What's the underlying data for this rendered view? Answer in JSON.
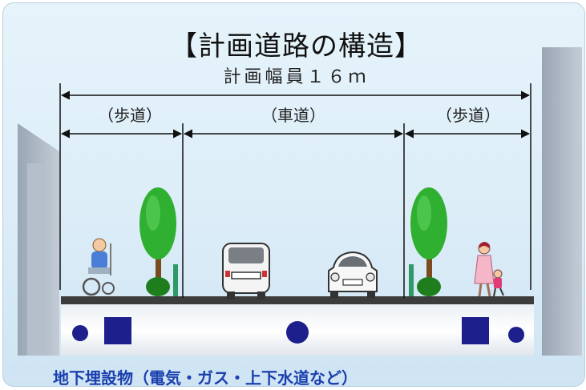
{
  "title": "【計画道路の構造】",
  "total_width_label": "計画幅員１６ｍ",
  "segments": {
    "left_sidewalk": "（歩道）",
    "roadway": "（車道）",
    "right_sidewalk": "（歩道）"
  },
  "caption": "地下埋設物（電気・ガス・上下水道など）",
  "colors": {
    "background": "#dcedf8",
    "road": "#444444",
    "underground_utility": "#1c1f8c",
    "tree": "#2fae2f",
    "caption_text": "#1a3fae"
  },
  "icons": [
    "wheelchair-user-icon",
    "tree-icon",
    "van-icon",
    "car-icon",
    "parent-child-pedestrian-icon"
  ]
}
